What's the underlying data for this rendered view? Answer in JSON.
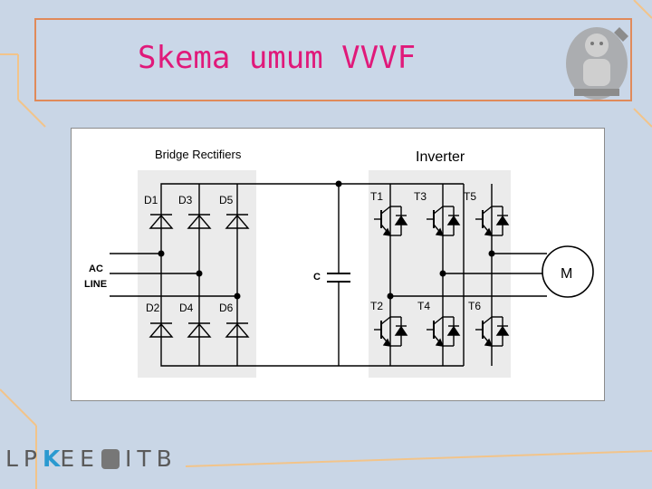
{
  "title": "Skema umum VVVF",
  "diagram": {
    "rectifier_label": "Bridge Rectifiers",
    "inverter_label": "Inverter",
    "ac_line": [
      "AC",
      "LINE"
    ],
    "capacitor_label": "C",
    "motor_label": "M",
    "diodes_top": [
      "D1",
      "D3",
      "D5"
    ],
    "diodes_bottom": [
      "D2",
      "D4",
      "D6"
    ],
    "transistors_top": [
      "T1",
      "T3",
      "T5"
    ],
    "transistors_bottom": [
      "T2",
      "T4",
      "T6"
    ]
  },
  "footer": {
    "left": "LP",
    "mid": "EE",
    "right": "ITB"
  },
  "colors": {
    "title": "#e0197a",
    "background": "#c9d6e6",
    "frame": "#e08a5a",
    "accent_line": "#f0a040"
  }
}
